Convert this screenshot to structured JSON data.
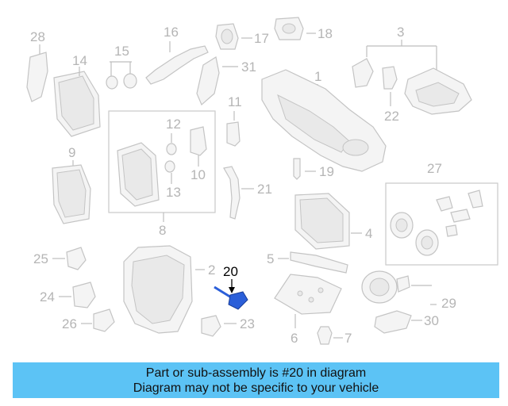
{
  "callouts": {
    "n1": "1",
    "n2": "2",
    "n3": "3",
    "n4": "4",
    "n5": "5",
    "n6": "6",
    "n7": "7",
    "n8": "8",
    "n9": "9",
    "n10": "10",
    "n11": "11",
    "n12": "12",
    "n13": "13",
    "n14": "14",
    "n15": "15",
    "n16": "16",
    "n17": "17",
    "n18": "18",
    "n19": "19",
    "n20": "20",
    "n21": "21",
    "n22": "22",
    "n23": "23",
    "n24": "24",
    "n25": "25",
    "n26": "26",
    "n27": "27",
    "n28": "28",
    "n29": "29",
    "n30": "30",
    "n31": "31"
  },
  "highlight": {
    "color": "#2b5fd9",
    "label_color": "#000000"
  },
  "banner": {
    "line1": "Part or sub-assembly is #20 in diagram",
    "line2": "Diagram may not be specific to your vehicle",
    "color": "#5cc3f5"
  }
}
